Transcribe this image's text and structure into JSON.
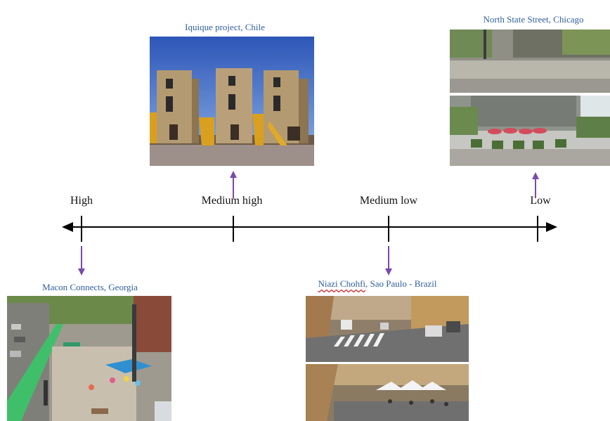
{
  "scale": {
    "levels": [
      "High",
      "Medium high",
      "Medium low",
      "Low"
    ]
  },
  "examples": [
    {
      "caption": "Macon Connects, Georgia",
      "level": "High"
    },
    {
      "caption": "Iquique project, Chile",
      "level": "Medium high"
    },
    {
      "caption_part1": "Niazi Chohfi",
      "caption_part2": ", Sao Paulo - Brazil",
      "level": "Medium low"
    },
    {
      "caption": "North State Street, Chicago",
      "level": "Low"
    }
  ],
  "colors": {
    "axis": "#000000",
    "arrow": "#7a4aa8",
    "caption": "#2f5f9e"
  }
}
